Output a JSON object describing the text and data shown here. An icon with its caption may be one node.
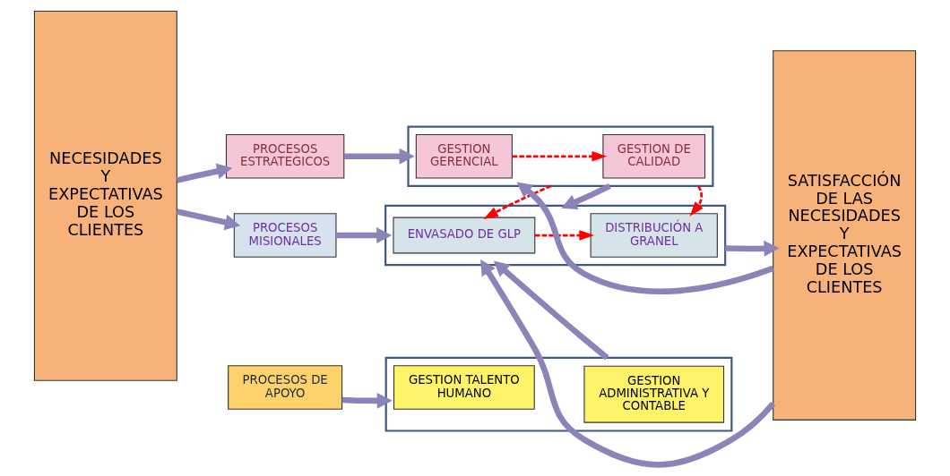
{
  "diagram": {
    "nodes": [
      {
        "text": [
          "NECESIDADES Y EXPECTATIVAS DE LOS CLIENTES"
        ]
      },
      {
        "text": [
          "PROCESOS ESTRATEGICOS"
        ]
      },
      {
        "text": [],
        "shape": "box"
      },
      {
        "text": [
          "GESTION GERENCIAL"
        ],
        "in": 2
      },
      {
        "text": [
          "GESTION DE CALIDAD"
        ],
        "in": 2
      },
      {
        "text": [
          "PROCESOS MISIONALES"
        ]
      },
      {
        "text": [],
        "shape": "box"
      },
      {
        "text": [
          "ENVASADO DE GLP"
        ],
        "in": 6
      },
      {
        "text": [
          "DISTRIBUCIÓN A GRANEL"
        ],
        "in": 6
      },
      {
        "text": [
          "PROCESOS DE APOYO"
        ]
      },
      {
        "text": [],
        "shape": "box"
      },
      {
        "text": [
          "GESTION TALENTO HUMANO"
        ],
        "in": 10
      },
      {
        "text": [
          "GESTION ADMINISTRATIVA Y CONTABLE"
        ],
        "in": 10
      },
      {
        "text": [
          "SATISFACCIÓN DE LAS NECESIDADES Y EXPECTATIVAS DE LOS CLIENTES"
        ]
      }
    ],
    "edges": [
      {
        "from": 0,
        "to": 1,
        "arrow": "to"
      },
      {
        "from": 1,
        "to": 2,
        "arrow": "to"
      },
      {
        "from": 13,
        "to": 2,
        "arrow": "to"
      },
      {
        "from": 3,
        "to": 4,
        "arrow": "to",
        "style": "dashed",
        "color": "#ff0000"
      },
      {
        "from": 2,
        "to": 6,
        "arrow": "to"
      },
      {
        "from": 2,
        "to": 7,
        "arrow": "to",
        "style": "dashed",
        "color": "#ff0000"
      },
      {
        "from": 2,
        "to": 8,
        "arrow": "to",
        "style": "dashed",
        "color": "#ff0000"
      },
      {
        "from": 0,
        "to": 5,
        "arrow": "to"
      },
      {
        "from": 5,
        "to": 6,
        "arrow": "to"
      },
      {
        "from": 7,
        "to": 8,
        "arrow": "to",
        "style": "dashed",
        "color": "#ff0000"
      },
      {
        "from": 6,
        "to": 13,
        "arrow": "to"
      },
      {
        "from": 13,
        "to": 6,
        "arrow": "to"
      },
      {
        "from": 9,
        "to": 10,
        "arrow": "to"
      },
      {
        "from": 10,
        "to": 6,
        "arrow": "to"
      }
    ]
  }
}
